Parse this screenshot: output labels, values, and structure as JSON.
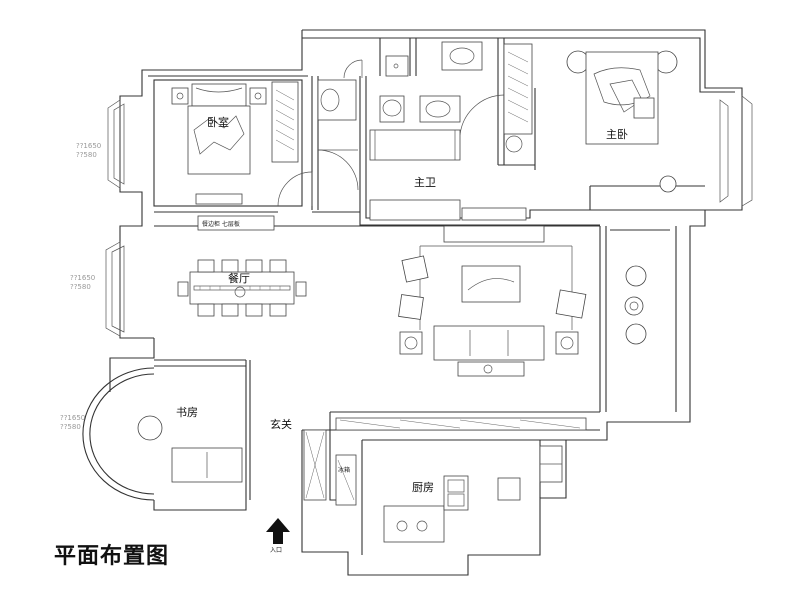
{
  "caption": "平面布置图",
  "rooms": {
    "bedroom": "卧室",
    "master_bedroom": "主卧",
    "master_bath": "主卫",
    "dining": "餐厅",
    "study": "书房",
    "foyer": "玄关",
    "kitchen": "厨房"
  },
  "annotations": {
    "sideboard": "餐边柜 七层板",
    "entrance": "入口",
    "fridge": "冰箱"
  },
  "dimensions": {
    "window1_a": "??1650",
    "window1_b": "??580",
    "window2_a": "??1650",
    "window2_b": "??580",
    "window3_a": "??1650",
    "window3_b": "??580"
  }
}
